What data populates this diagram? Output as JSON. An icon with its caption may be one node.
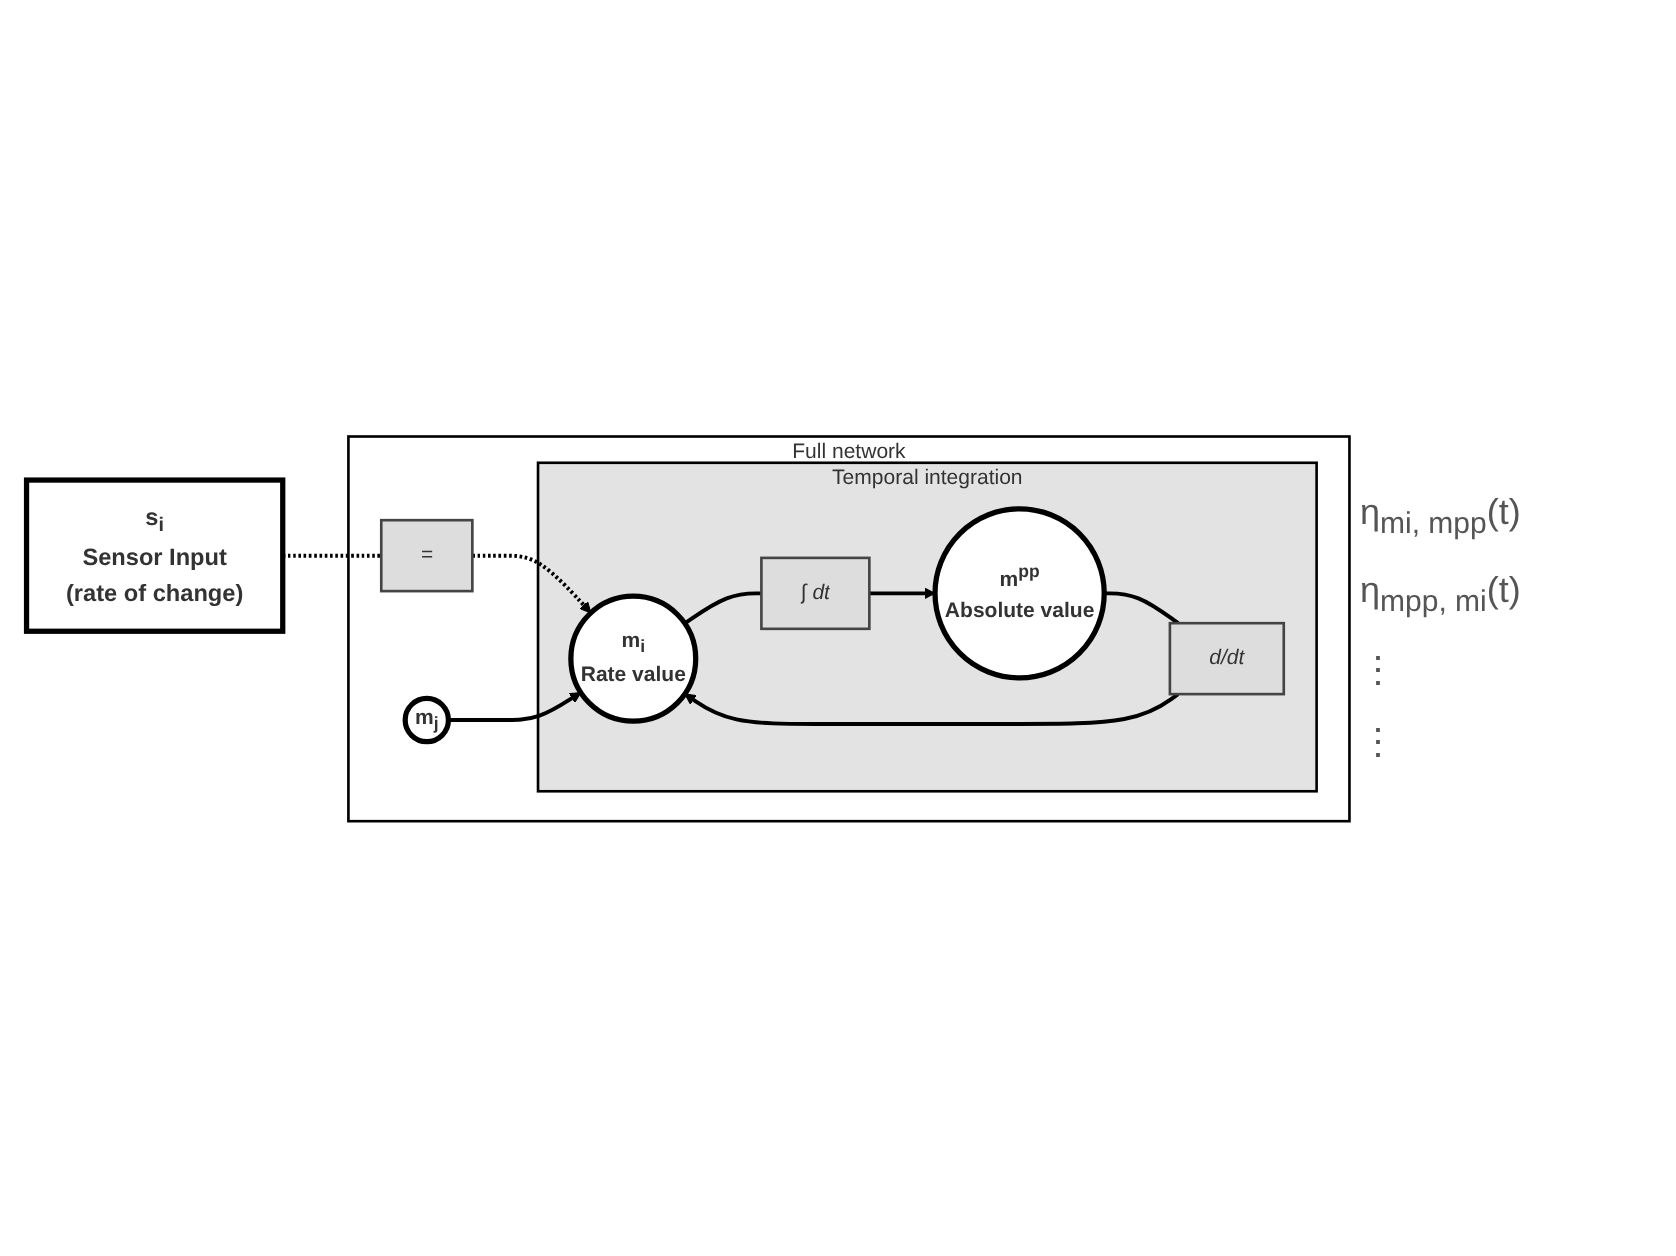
{
  "diagram": {
    "nodes": [
      {
        "text": [
          "Full network"
        ]
      },
      {
        "text": [
          "Temporal integration"
        ],
        "in": 0
      },
      {
        "text": [
          "s$_{i}$",
          "Sensor Input",
          "(rate of change)"
        ]
      },
      {
        "text": [
          "m$_{i}$",
          "Rate value"
        ],
        "in": 1
      },
      {
        "text": [
          "m$^{pp}$",
          "Absolute value"
        ],
        "in": 1
      },
      {
        "text": [
          "m$_{j}$"
        ],
        "in": 0
      },
      {
        "text": [
          "="
        ],
        "in": 0
      },
      {
        "text": [
          "∫ dt"
        ],
        "in": 1
      },
      {
        "text": [
          "d/dt"
        ],
        "in": 1
      }
    ],
    "edges": [
      {
        "from": 2,
        "to": 6,
        "arrow": "none",
        "style": "dashed"
      },
      {
        "from": 6,
        "to": 3,
        "arrow": "to",
        "style": "dashed"
      },
      {
        "from": 5,
        "to": 3,
        "arrow": "to"
      },
      {
        "from": 3,
        "to": 7,
        "arrow": "none"
      },
      {
        "from": 7,
        "to": 4,
        "arrow": "to"
      },
      {
        "from": 4,
        "to": 8,
        "arrow": "none"
      },
      {
        "from": 8,
        "to": 3,
        "arrow": "to"
      }
    ],
    "labels": [
      "η$_{mi, mpp}$(t)",
      "η$_{mpp, mi}$(t)",
      "⋮",
      "⋮"
    ]
  }
}
